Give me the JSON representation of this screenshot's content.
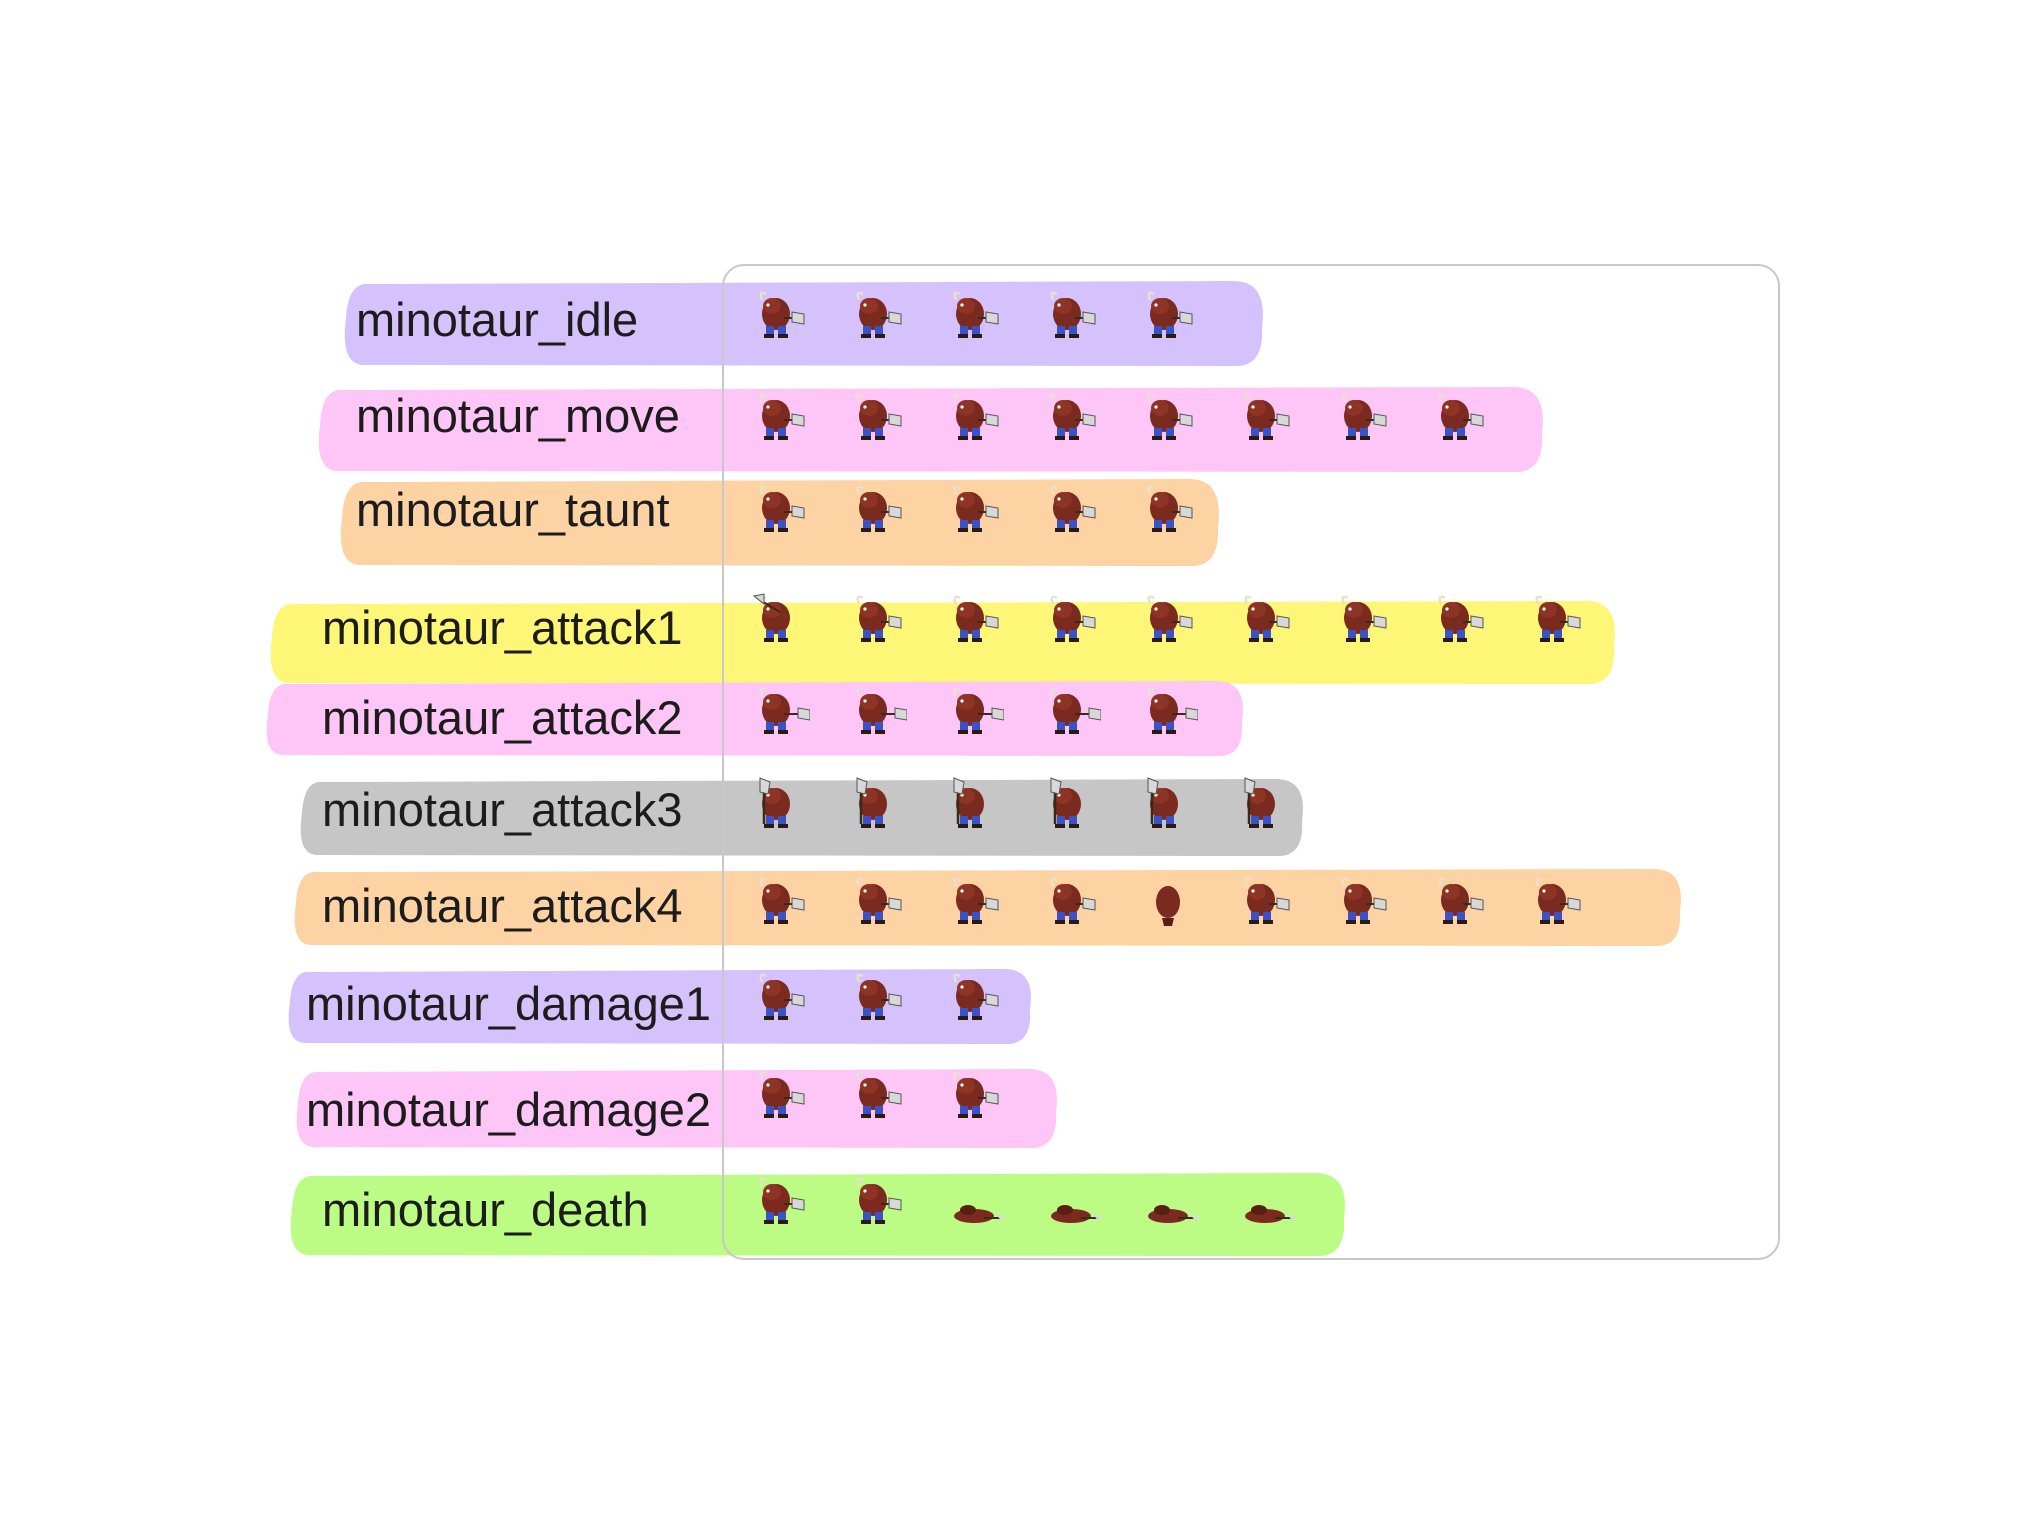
{
  "colors": {
    "purple": "#d5c1fb",
    "pink": "#fdc6f6",
    "orange": "#fdd3a4",
    "yellow": "#fdf677",
    "gray": "#c6c6c6",
    "green": "#bdfc84",
    "fur": "#7a2a1e",
    "axe": "#d8d8d8",
    "pants": "#3a52c8"
  },
  "animations": [
    {
      "id": "idle",
      "label": "minotaur_idle",
      "color": "purple",
      "frames": 5,
      "pose": "idle"
    },
    {
      "id": "move",
      "label": "minotaur_move",
      "color": "pink",
      "frames": 8,
      "pose": "idle"
    },
    {
      "id": "taunt",
      "label": "minotaur_taunt",
      "color": "orange",
      "frames": 5,
      "pose": "idle"
    },
    {
      "id": "attack1",
      "label": "minotaur_attack1",
      "color": "yellow",
      "frames": 9,
      "pose": "swing"
    },
    {
      "id": "attack2",
      "label": "minotaur_attack2",
      "color": "pink",
      "frames": 5,
      "pose": "thrust"
    },
    {
      "id": "attack3",
      "label": "minotaur_attack3",
      "color": "gray",
      "frames": 6,
      "pose": "raise"
    },
    {
      "id": "attack4",
      "label": "minotaur_attack4",
      "color": "orange",
      "frames": 9,
      "pose": "spin"
    },
    {
      "id": "damage1",
      "label": "minotaur_damage1",
      "color": "purple",
      "frames": 3,
      "pose": "idle"
    },
    {
      "id": "damage2",
      "label": "minotaur_damage2",
      "color": "pink",
      "frames": 3,
      "pose": "idle"
    },
    {
      "id": "death",
      "label": "minotaur_death",
      "color": "green",
      "frames": 6,
      "pose": "fall"
    }
  ]
}
